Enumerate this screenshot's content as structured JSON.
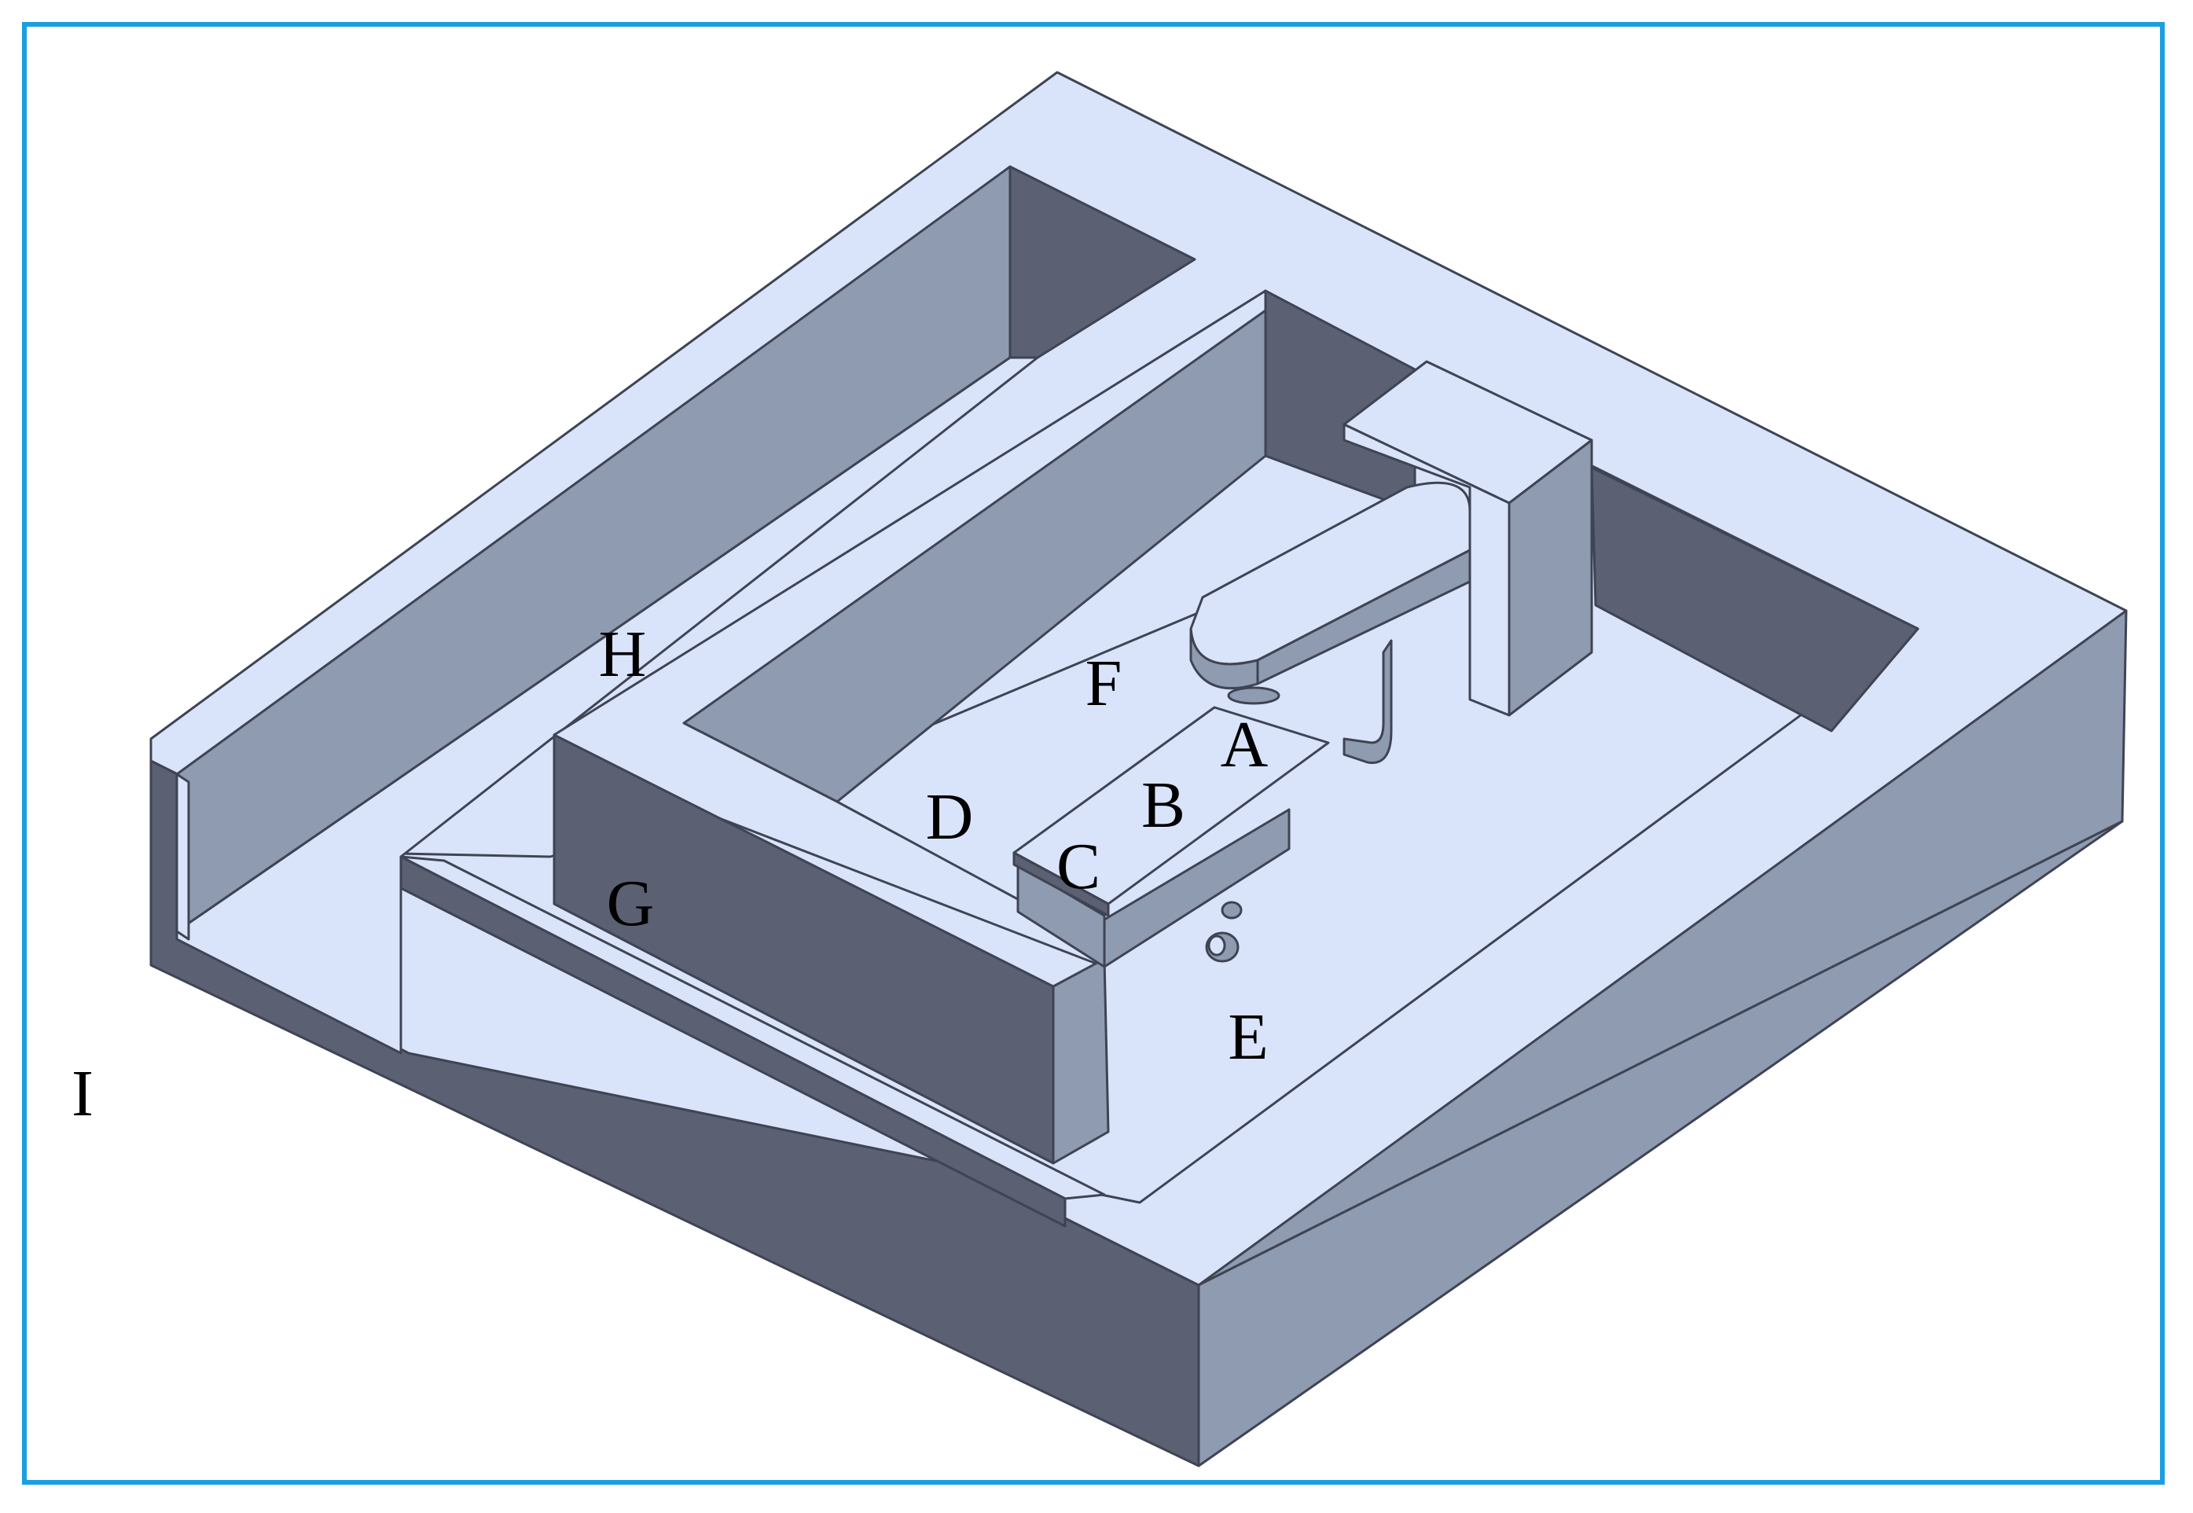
{
  "colors": {
    "frame": "#1a9fe0",
    "top_face": "#d9e4fb",
    "mid_face": "#8f9bb0",
    "dark_face": "#5b6072",
    "edge": "#3f4454"
  },
  "labels": {
    "A": "A",
    "B": "B",
    "C": "C",
    "D": "D",
    "E": "E",
    "F": "F",
    "G": "G",
    "H": "H",
    "I": "I"
  }
}
